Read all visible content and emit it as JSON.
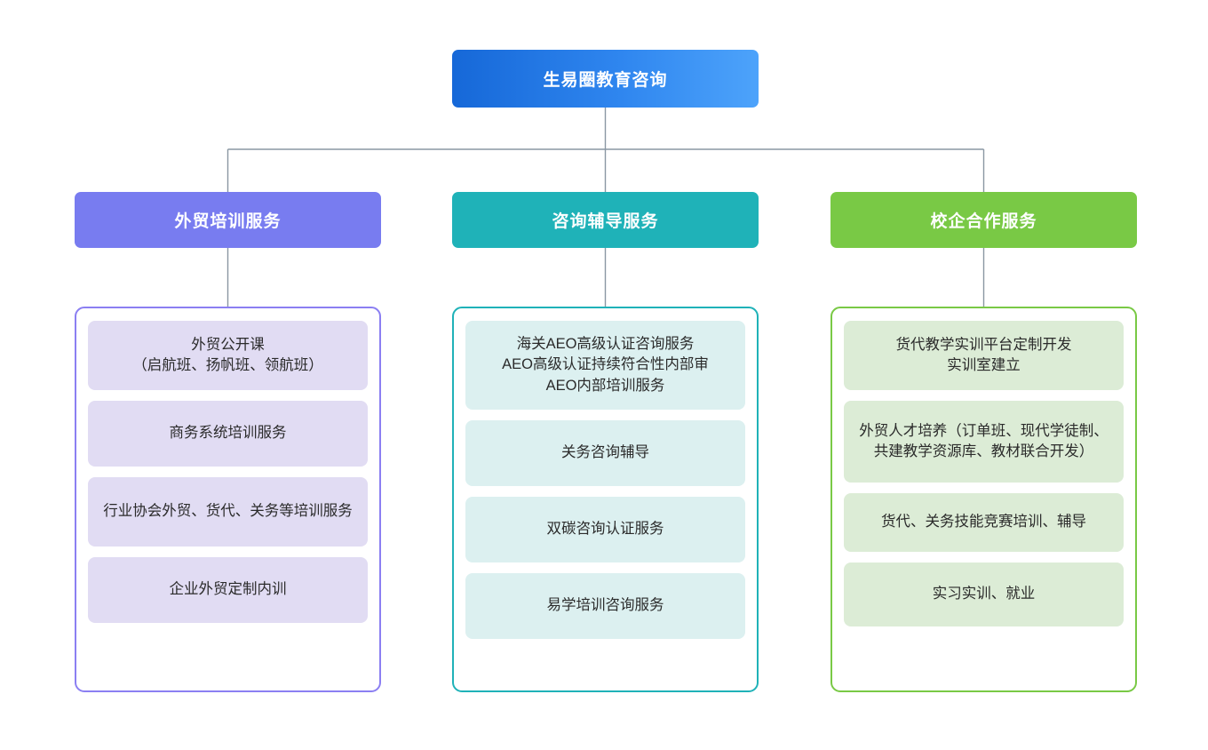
{
  "diagram": {
    "type": "organization-chart",
    "root": {
      "label": "生易圈教育咨询",
      "color": "#2f86ef",
      "gradient_from": "#1668d8",
      "gradient_to": "#4da3fb"
    },
    "connector_color": "#8a97a3",
    "branches": [
      {
        "label": "外贸培训服务",
        "header_color": "#787cf0",
        "border_color": "#8b7ff2",
        "item_bg": "#e1dcf3",
        "items": [
          "外贸公开课\n（启航班、扬帆班、领航班）",
          "商务系统培训服务",
          "行业协会外贸、货代、关务等培训服务",
          "企业外贸定制内训"
        ]
      },
      {
        "label": "咨询辅导服务",
        "header_color": "#1fb2b8",
        "border_color": "#1fb2b8",
        "item_bg": "#dcf0f0",
        "items": [
          "海关AEO高级认证咨询服务\nAEO高级认证持续符合性内部审\nAEO内部培训服务",
          "关务咨询辅导",
          "双碳咨询认证服务",
          "易学培训咨询服务"
        ]
      },
      {
        "label": "校企合作服务",
        "header_color": "#79c945",
        "border_color": "#79c945",
        "item_bg": "#dcecd6",
        "items": [
          "货代教学实训平台定制开发\n实训室建立",
          "外贸人才培养（订单班、现代学徒制、共建教学资源库、教材联合开发）",
          "货代、关务技能竞赛培训、辅导",
          "实习实训、就业"
        ]
      }
    ]
  }
}
